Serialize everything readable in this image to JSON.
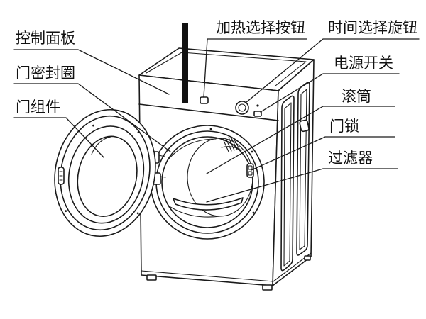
{
  "figure": {
    "callouts": [
      {
        "id": "control-panel",
        "text": "控制面板"
      },
      {
        "id": "door-seal",
        "text": "门密封圈"
      },
      {
        "id": "door-assembly",
        "text": "门组件"
      },
      {
        "id": "heat-select-button",
        "text": "加热选择按钮"
      },
      {
        "id": "time-select-knob",
        "text": "时间选择旋钮"
      },
      {
        "id": "power-switch",
        "text": "电源开关"
      },
      {
        "id": "drum",
        "text": "滚筒"
      },
      {
        "id": "door-lock",
        "text": "门锁"
      },
      {
        "id": "filter",
        "text": "过滤器"
      }
    ],
    "colors": {
      "line": "#1a1a1a",
      "background": "#ffffff"
    }
  }
}
